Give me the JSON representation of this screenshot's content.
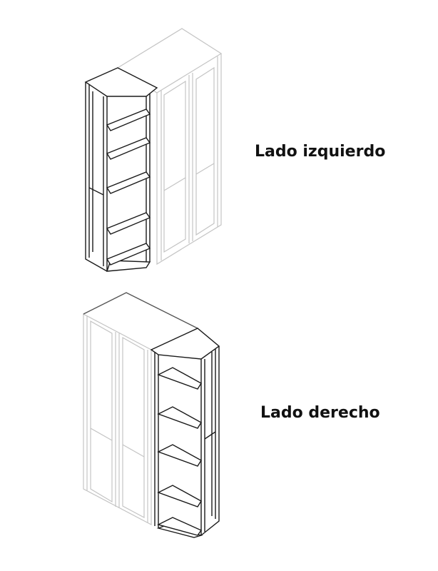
{
  "labels": {
    "left_side": "Lado izquierdo",
    "right_side": "Lado derecho"
  },
  "colors": {
    "ink": "#1a1a1a",
    "ghost": "#c4c4c4",
    "background": "#ffffff"
  },
  "icons": {
    "left": "corner-shelf-left-wardrobe-drawing",
    "right": "corner-shelf-right-wardrobe-drawing"
  }
}
